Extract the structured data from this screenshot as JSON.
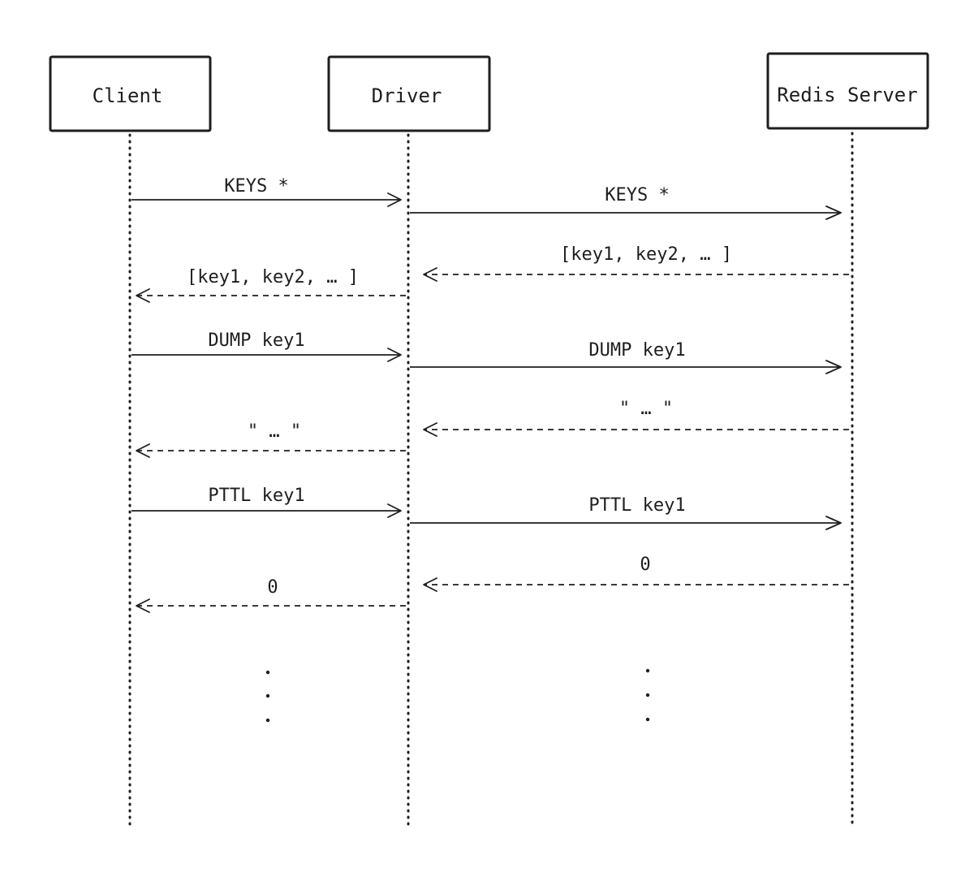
{
  "actors": [
    {
      "id": "client",
      "label": "Client"
    },
    {
      "id": "driver",
      "label": "Driver"
    },
    {
      "id": "server",
      "label": "Redis Server"
    }
  ],
  "messages": [
    {
      "from": "client",
      "to": "driver",
      "label": "KEYS *",
      "style": "solid"
    },
    {
      "from": "driver",
      "to": "server",
      "label": "KEYS *",
      "style": "solid"
    },
    {
      "from": "server",
      "to": "driver",
      "label": "[key1, key2, … ]",
      "style": "dashed"
    },
    {
      "from": "driver",
      "to": "client",
      "label": "[key1, key2, … ]",
      "style": "dashed"
    },
    {
      "from": "client",
      "to": "driver",
      "label": "DUMP key1",
      "style": "solid"
    },
    {
      "from": "driver",
      "to": "server",
      "label": "DUMP key1",
      "style": "solid"
    },
    {
      "from": "server",
      "to": "driver",
      "label": "\" … \"",
      "style": "dashed"
    },
    {
      "from": "driver",
      "to": "client",
      "label": "\" … \"",
      "style": "dashed"
    },
    {
      "from": "client",
      "to": "driver",
      "label": "PTTL key1",
      "style": "solid"
    },
    {
      "from": "driver",
      "to": "server",
      "label": "PTTL key1",
      "style": "solid"
    },
    {
      "from": "server",
      "to": "driver",
      "label": "0",
      "style": "dashed"
    },
    {
      "from": "driver",
      "to": "client",
      "label": "0",
      "style": "dashed"
    }
  ],
  "continuation": "vertical-ellipsis"
}
